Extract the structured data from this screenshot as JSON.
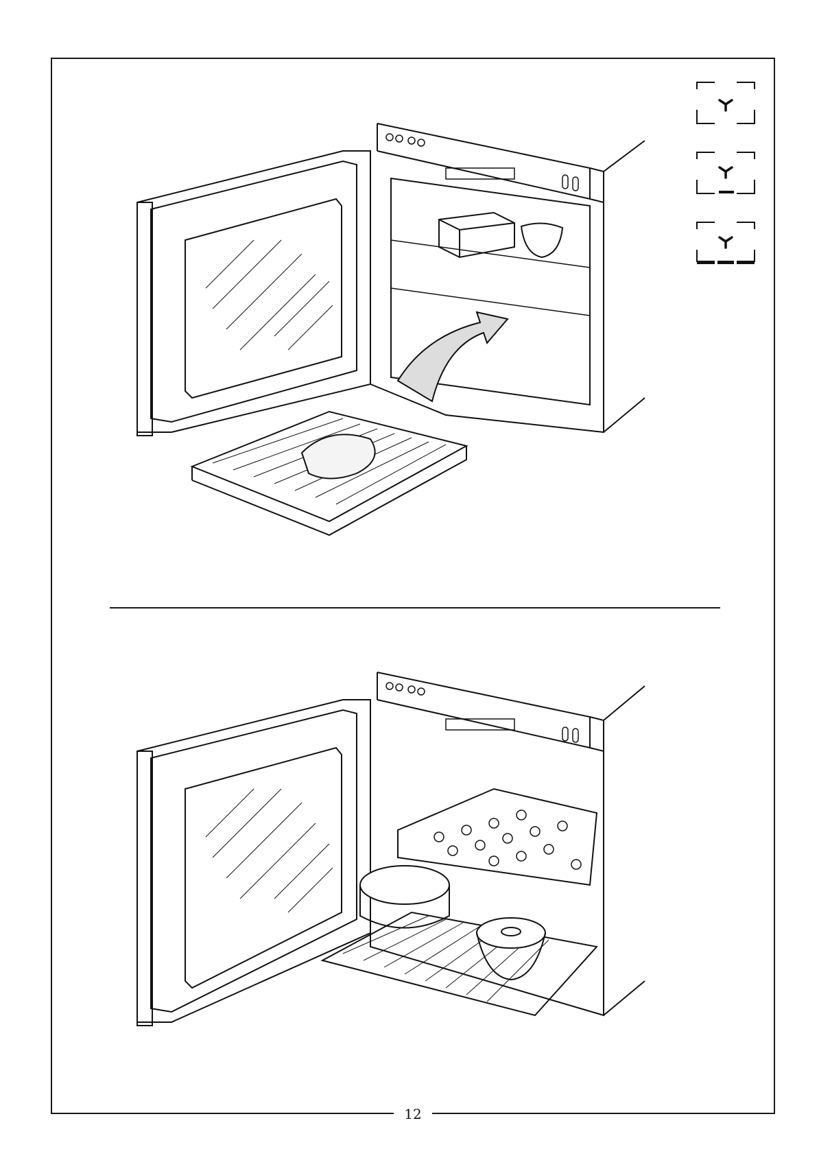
{
  "page": {
    "number": "12"
  },
  "mode_icons": [
    {
      "icon": "fan-icon",
      "heating_bar": "none"
    },
    {
      "icon": "fan-icon",
      "heating_bar": "short"
    },
    {
      "icon": "fan-icon",
      "heating_bar": "full"
    }
  ],
  "illustrations": [
    {
      "icon": "oven-with-roast-on-rack-illustration"
    },
    {
      "icon": "oven-with-baking-tray-and-cake-tins-illustration"
    }
  ]
}
